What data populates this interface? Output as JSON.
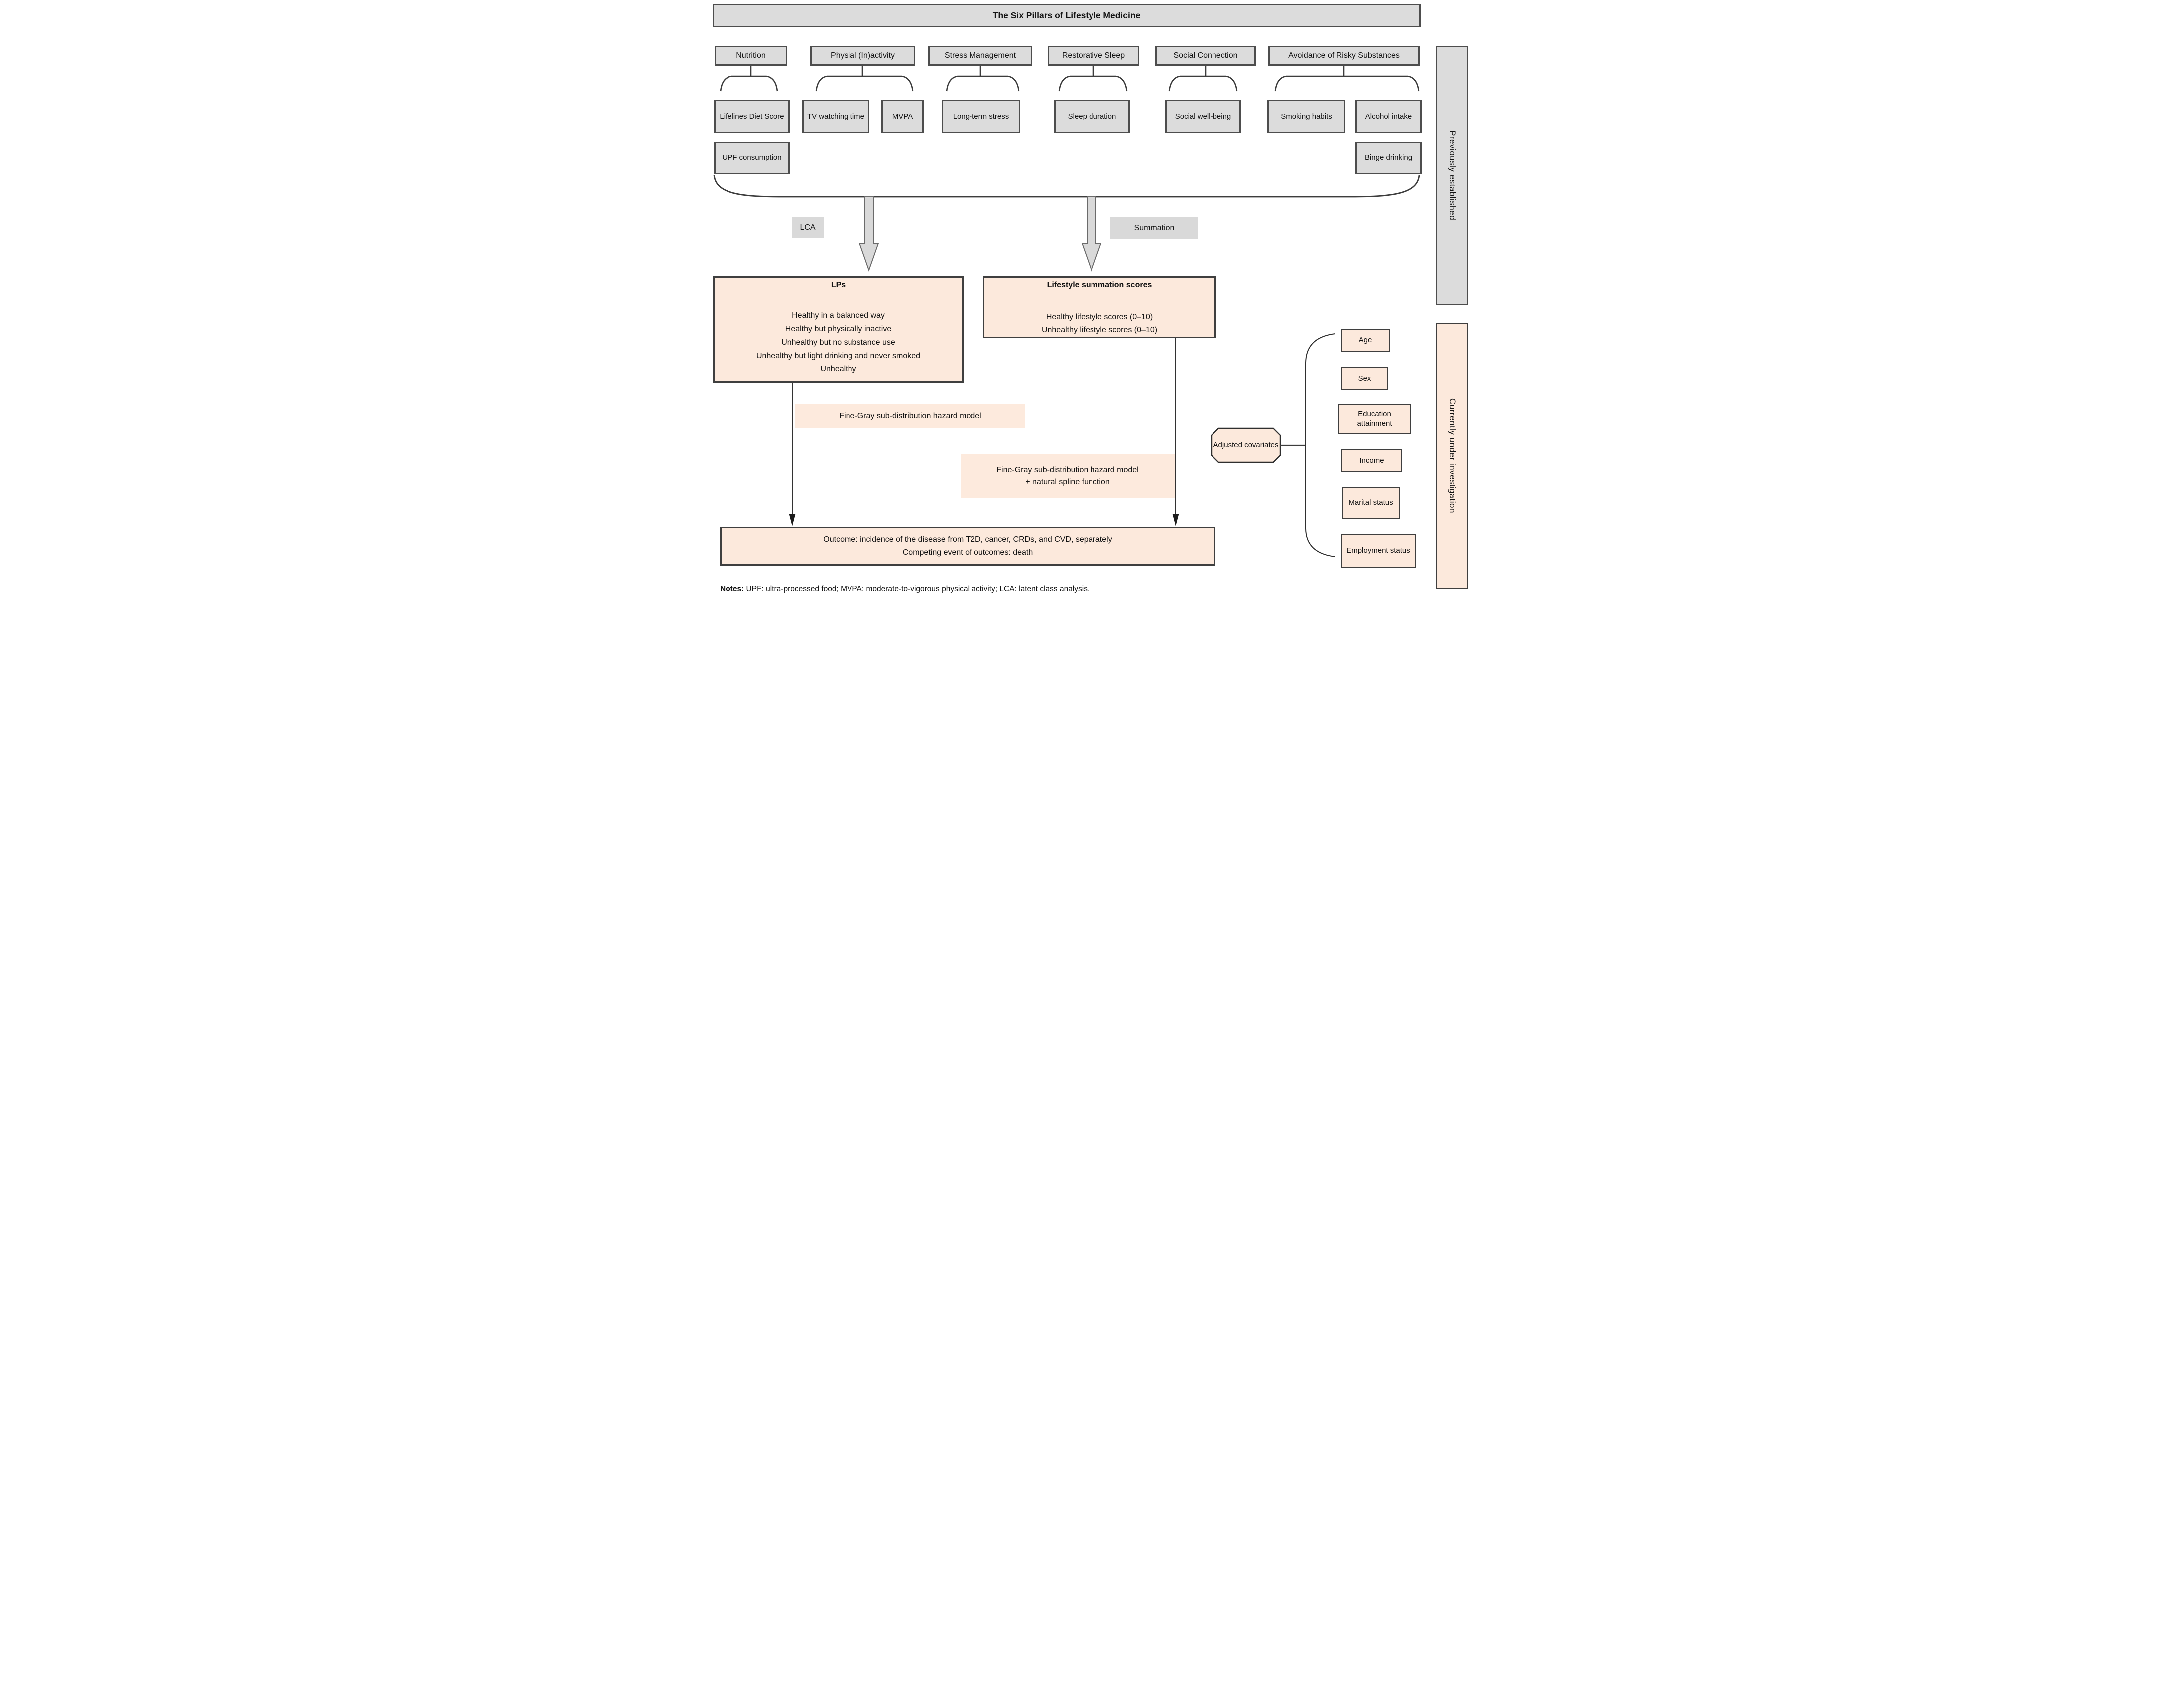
{
  "title": "The Six Pillars of Lifestyle Medicine",
  "side_bars": {
    "previously": "Previously established",
    "currently": "Currently under investigation"
  },
  "pillars": [
    {
      "label": "Nutrition"
    },
    {
      "label": "Physial (In)activity"
    },
    {
      "label": "Stress Management"
    },
    {
      "label": "Restorative Sleep"
    },
    {
      "label": "Social Connection"
    },
    {
      "label": "Avoidance of Risky Substances"
    }
  ],
  "indicators": [
    {
      "label": "Lifelines Diet Score"
    },
    {
      "label": "TV watching time"
    },
    {
      "label": "MVPA"
    },
    {
      "label": "Long-term stress"
    },
    {
      "label": "Sleep duration"
    },
    {
      "label": "Social well-being"
    },
    {
      "label": "Smoking habits"
    },
    {
      "label": "Alcohol intake"
    },
    {
      "label": "UPF consumption"
    },
    {
      "label": "Binge drinking"
    }
  ],
  "methods": {
    "lca": "LCA",
    "summation": "Summation"
  },
  "lps_box": {
    "title": "LPs",
    "items": [
      "Healthy in a balanced way",
      "Healthy but physically inactive",
      "Unhealthy but no substance use",
      "Unhealthy but light drinking and never smoked",
      "Unhealthy"
    ]
  },
  "summation_box": {
    "title": "Lifestyle summation scores",
    "items": [
      "Healthy lifestyle scores (0–10)",
      "Unhealthy lifestyle scores (0–10)"
    ]
  },
  "models": {
    "lps_model": "Fine-Gray sub-distribution hazard model",
    "summation_model_line1": "Fine-Gray sub-distribution hazard model",
    "summation_model_line2": "+ natural spline function"
  },
  "covariates": {
    "label": "Adjusted covariates",
    "items": [
      "Age",
      "Sex",
      "Education attainment",
      "Income",
      "Marital status",
      "Employment status"
    ]
  },
  "outcome": {
    "line1": "Outcome: incidence of the disease from T2D, cancer, CRDs, and CVD, separately",
    "line2": "Competing event of outcomes: death"
  },
  "notes": {
    "label": "Notes:",
    "text": " UPF: ultra-processed food; MVPA: moderate-to-vigorous physical activity; LCA: latent class analysis."
  },
  "colors": {
    "gray_fill": "#dcdcdc",
    "peach_fill": "#fce9dc",
    "border": "#4d4d4d"
  }
}
